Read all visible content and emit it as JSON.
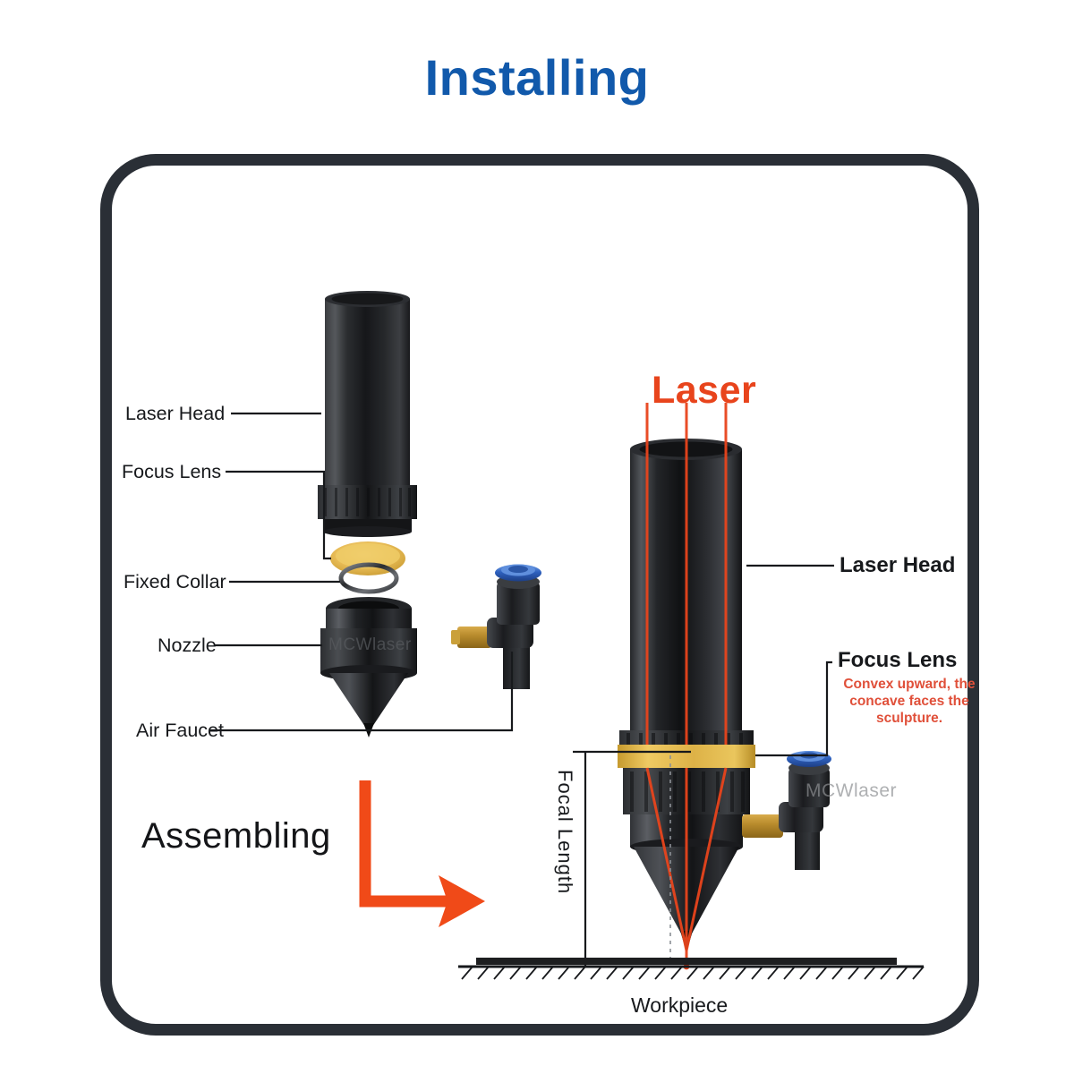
{
  "page": {
    "title": "Installing",
    "title_color": "#1159ab",
    "background": "#ffffff",
    "frame_color": "#2a2f36"
  },
  "colors": {
    "laser_beam": "#e8441c",
    "laser_text": "#e8441c",
    "note_text": "#e0503a",
    "lens_gold": "#e3b646",
    "body_black": "#1c1d1f",
    "label_text": "#17191c"
  },
  "exploded_view": {
    "section_label": "Assembling",
    "arrow": "elbow-arrow-right",
    "brand_watermark": "MCWlaser",
    "labels": [
      {
        "id": "laser-head",
        "text": "Laser Head"
      },
      {
        "id": "focus-lens",
        "text": "Focus Lens"
      },
      {
        "id": "fixed-collar",
        "text": "Fixed Collar"
      },
      {
        "id": "nozzle",
        "text": "Nozzle"
      },
      {
        "id": "air-faucet",
        "text": "Air Faucet"
      }
    ]
  },
  "assembled_view": {
    "beam_label": "Laser",
    "brand_watermark": "MCWlaser",
    "labels": [
      {
        "id": "laser-head",
        "text": "Laser Head"
      },
      {
        "id": "focus-lens",
        "text": "Focus Lens"
      }
    ],
    "focus_lens_note": "Convex upward, the concave faces the sculpture.",
    "dimension_label": "Focal Length",
    "surface_label": "Workpiece",
    "beam_count": 3
  }
}
